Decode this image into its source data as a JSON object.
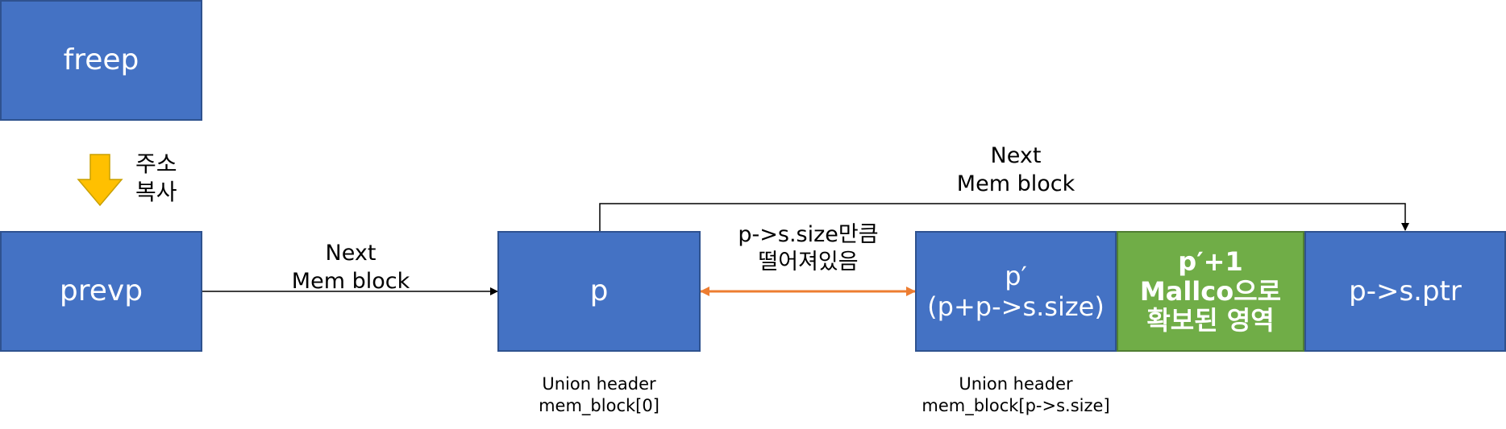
{
  "boxes": {
    "freep": "freep",
    "prevp": "prevp",
    "p": "p",
    "p_prime": {
      "line1": "p′",
      "line2": "(p+p->s.size)"
    },
    "malloc_region": {
      "line1": "p′+1",
      "line2": "Mallco으로",
      "line3": "확보된 영역"
    },
    "p_s_ptr": "p->s.ptr"
  },
  "labels": {
    "copy_address": {
      "line1": "주소",
      "line2": "복사"
    },
    "next_top": {
      "line1": "Next",
      "line2": "Mem block"
    },
    "next_prevp": {
      "line1": "Next",
      "line2": "Mem block"
    },
    "distance": {
      "line1": "p->s.size만큼",
      "line2": "떨어져있음"
    },
    "header_p": {
      "line1": "Union header",
      "line2": "mem_block[0]"
    },
    "header_p_prime": {
      "line1": "Union header",
      "line2": "mem_block[p->s.size]"
    }
  },
  "colors": {
    "box_blue": "#4472c4",
    "box_blue_border": "#2f528f",
    "box_green": "#70ad47",
    "arrow_orange": "#ed7d31",
    "copy_arrow": "#ffc000"
  }
}
